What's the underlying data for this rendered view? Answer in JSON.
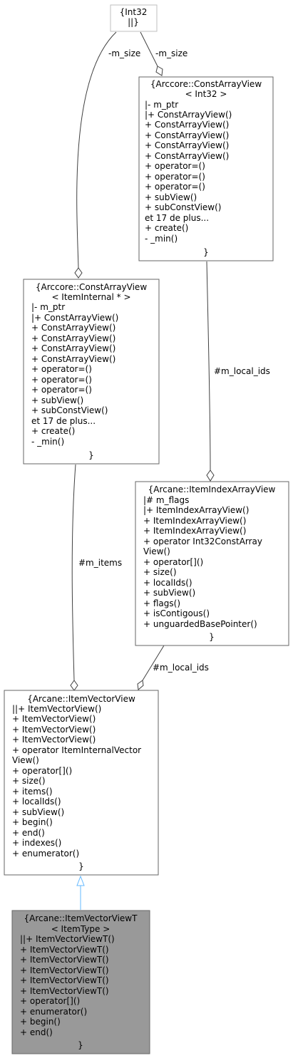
{
  "nodes": {
    "int32": {
      "lines": [
        "{Int32",
        "||}"
      ]
    },
    "const_array_view_int32": {
      "lines": [
        "{Arccore::ConstArrayView",
        "< Int32 >",
        "|- m_ptr",
        "|+ ConstArrayView()",
        "+ ConstArrayView()",
        "+ ConstArrayView()",
        "+ ConstArrayView()",
        "+ ConstArrayView()",
        "+ operator=()",
        "+ operator=()",
        "+ operator=()",
        "+ subView()",
        "+ subConstView()",
        "et 17 de plus...",
        "+ create()",
        "- _min()",
        "}"
      ]
    },
    "const_array_view_item_internal": {
      "lines": [
        "{Arccore::ConstArrayView",
        "< ItemInternal * >",
        "|- m_ptr",
        "|+ ConstArrayView()",
        "+ ConstArrayView()",
        "+ ConstArrayView()",
        "+ ConstArrayView()",
        "+ ConstArrayView()",
        "+ operator=()",
        "+ operator=()",
        "+ operator=()",
        "+ subView()",
        "+ subConstView()",
        "et 17 de plus...",
        "+ create()",
        "- _min()",
        "}"
      ]
    },
    "item_index_array_view": {
      "lines": [
        "{Arcane::ItemIndexArrayView",
        "|# m_flags",
        "|+ ItemIndexArrayView()",
        "+ ItemIndexArrayView()",
        "+ ItemIndexArrayView()",
        "+ operator Int32ConstArray",
        "View()",
        "+ operator[]()",
        "+ size()",
        "+ localIds()",
        "+ subView()",
        "+ flags()",
        "+ isContigous()",
        "+ unguardedBasePointer()",
        "}"
      ]
    },
    "item_vector_view": {
      "lines": [
        "{Arcane::ItemVectorView",
        "||+ ItemVectorView()",
        "+ ItemVectorView()",
        "+ ItemVectorView()",
        "+ ItemVectorView()",
        "+ operator ItemInternalVector",
        "View()",
        "+ operator[]()",
        "+ size()",
        "+ items()",
        "+ localIds()",
        "+ subView()",
        "+ begin()",
        "+ end()",
        "+ indexes()",
        "+ enumerator()",
        "}"
      ]
    },
    "item_vector_view_t": {
      "lines": [
        "{Arcane::ItemVectorViewT",
        "< ItemType >",
        "||+ ItemVectorViewT()",
        "+ ItemVectorViewT()",
        "+ ItemVectorViewT()",
        "+ ItemVectorViewT()",
        "+ ItemVectorViewT()",
        "+ ItemVectorViewT()",
        "+ operator[]()",
        "+ enumerator()",
        "+ begin()",
        "+ end()",
        "}"
      ]
    }
  },
  "edges": {
    "int32_to_cav_item_internal": "-m_size",
    "int32_to_cav_int32": "-m_size",
    "cav_int32_to_item_index_array_view": "#m_local_ids",
    "cav_item_internal_to_item_vector_view": "#m_items",
    "item_index_array_view_to_item_vector_view": "#m_local_ids"
  },
  "colors": {
    "selected_fill": "#999999",
    "border": "#666666",
    "inheritance": "#63b8ff"
  }
}
